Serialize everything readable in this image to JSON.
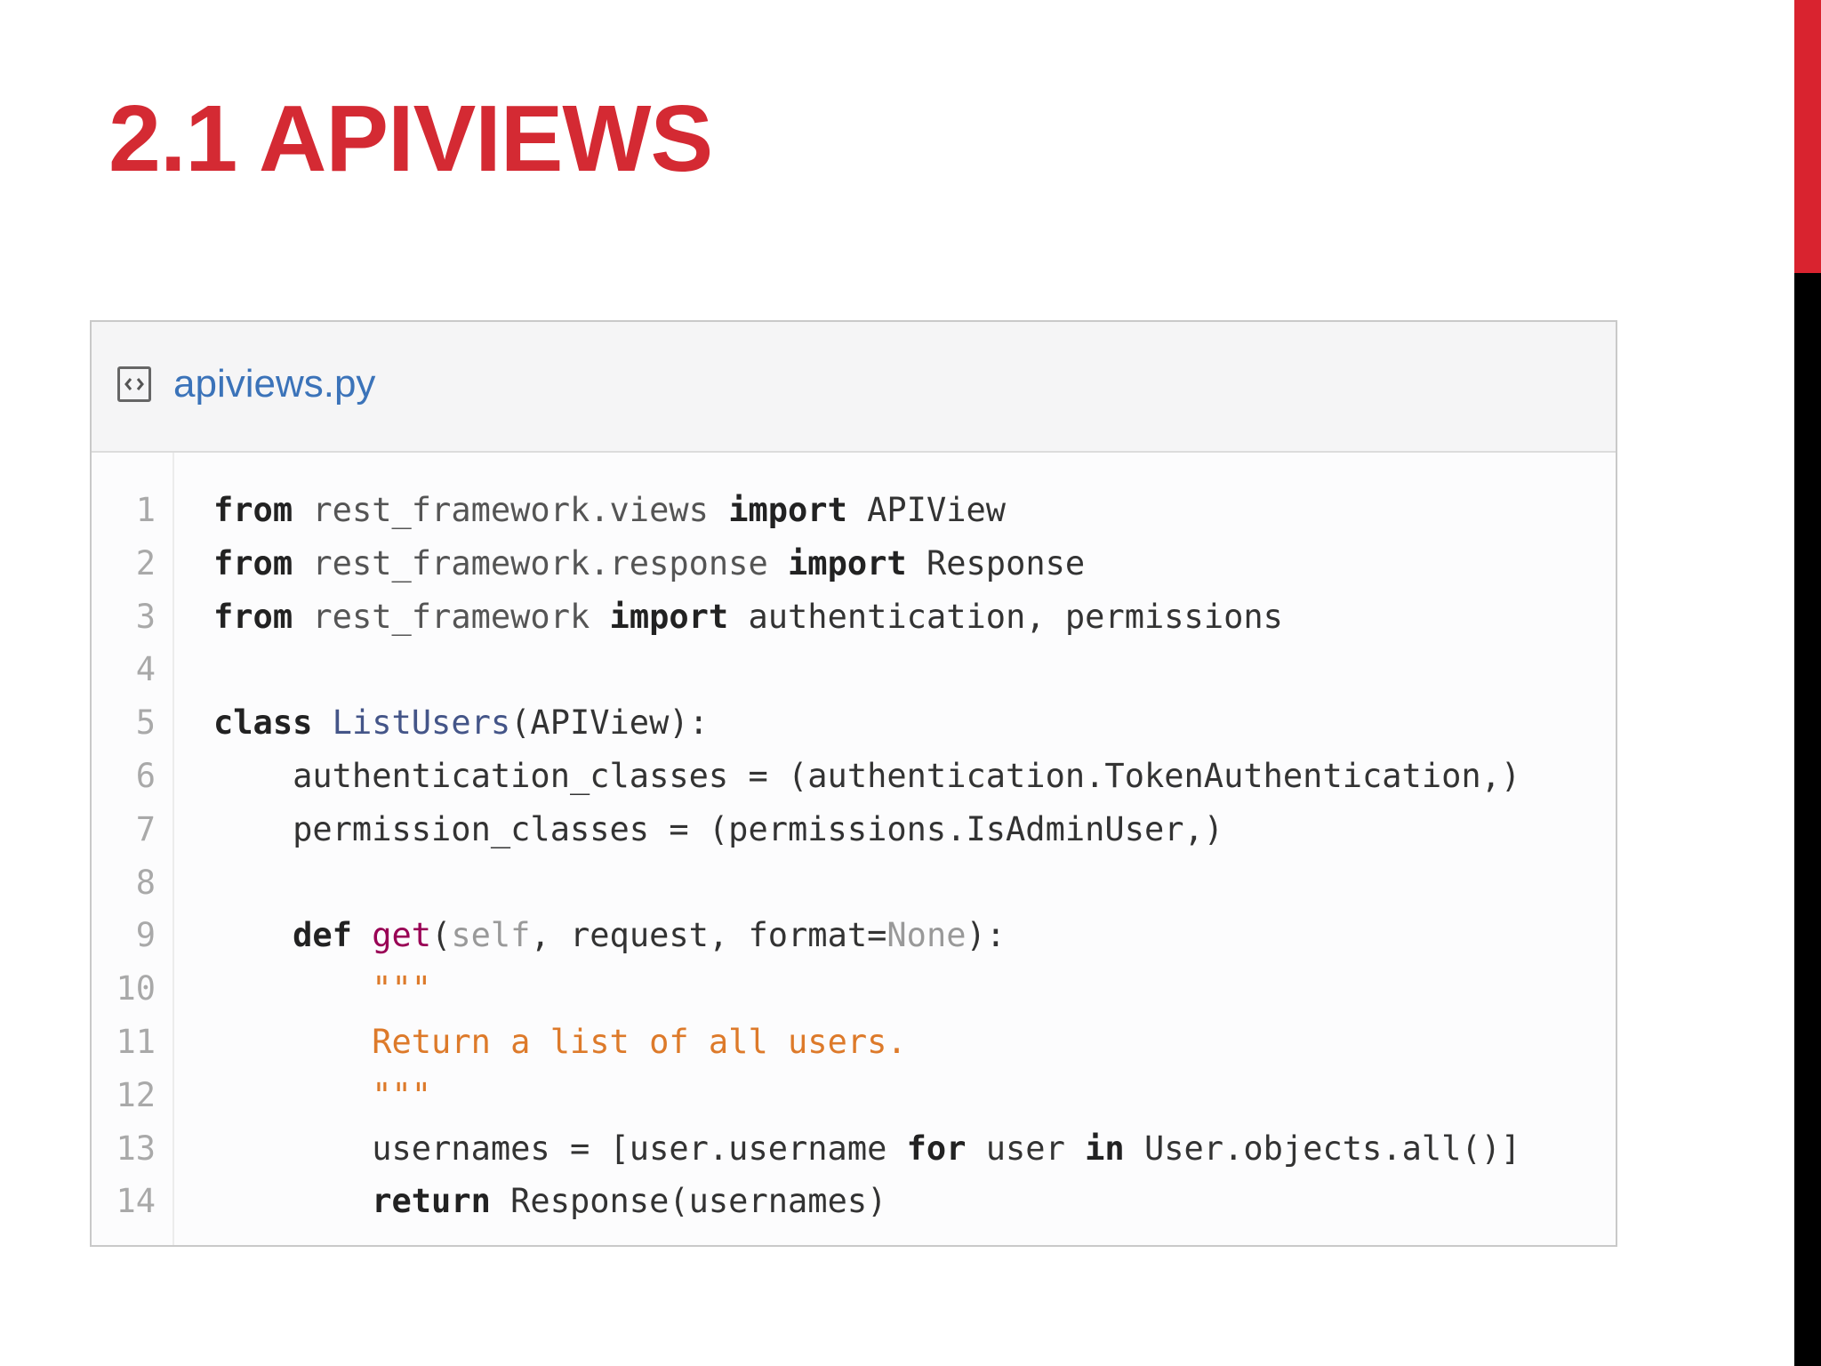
{
  "slide": {
    "title": "2.1 APIVIEWS"
  },
  "code_block": {
    "file_name": "apiviews.py",
    "file_icon": "code-file-icon",
    "lines": [
      {
        "number": "1",
        "tokens": [
          {
            "t": "from",
            "k": "kw"
          },
          {
            "t": " ",
            "k": "plain"
          },
          {
            "t": "rest_framework.views",
            "k": "mod"
          },
          {
            "t": " ",
            "k": "plain"
          },
          {
            "t": "import",
            "k": "kw"
          },
          {
            "t": " APIView",
            "k": "plain"
          }
        ]
      },
      {
        "number": "2",
        "tokens": [
          {
            "t": "from",
            "k": "kw"
          },
          {
            "t": " ",
            "k": "plain"
          },
          {
            "t": "rest_framework.response",
            "k": "mod"
          },
          {
            "t": " ",
            "k": "plain"
          },
          {
            "t": "import",
            "k": "kw"
          },
          {
            "t": " Response",
            "k": "plain"
          }
        ]
      },
      {
        "number": "3",
        "tokens": [
          {
            "t": "from",
            "k": "kw"
          },
          {
            "t": " ",
            "k": "plain"
          },
          {
            "t": "rest_framework",
            "k": "mod"
          },
          {
            "t": " ",
            "k": "plain"
          },
          {
            "t": "import",
            "k": "kw"
          },
          {
            "t": " authentication, permissions",
            "k": "plain"
          }
        ]
      },
      {
        "number": "4",
        "tokens": []
      },
      {
        "number": "5",
        "tokens": [
          {
            "t": "class",
            "k": "kw"
          },
          {
            "t": " ",
            "k": "plain"
          },
          {
            "t": "ListUsers",
            "k": "cls"
          },
          {
            "t": "(APIView):",
            "k": "plain"
          }
        ]
      },
      {
        "number": "6",
        "tokens": [
          {
            "t": "    authentication_classes = (authentication.TokenAuthentication,)",
            "k": "plain"
          }
        ]
      },
      {
        "number": "7",
        "tokens": [
          {
            "t": "    permission_classes = (permissions.IsAdminUser,)",
            "k": "plain"
          }
        ]
      },
      {
        "number": "8",
        "tokens": []
      },
      {
        "number": "9",
        "tokens": [
          {
            "t": "    ",
            "k": "plain"
          },
          {
            "t": "def",
            "k": "kw"
          },
          {
            "t": " ",
            "k": "plain"
          },
          {
            "t": "get",
            "k": "fn"
          },
          {
            "t": "(",
            "k": "plain"
          },
          {
            "t": "self",
            "k": "self"
          },
          {
            "t": ", request, format=",
            "k": "plain"
          },
          {
            "t": "None",
            "k": "none"
          },
          {
            "t": "):",
            "k": "plain"
          }
        ]
      },
      {
        "number": "10",
        "tokens": [
          {
            "t": "        ",
            "k": "plain"
          },
          {
            "t": "\"\"\"",
            "k": "str"
          }
        ]
      },
      {
        "number": "11",
        "tokens": [
          {
            "t": "        ",
            "k": "plain"
          },
          {
            "t": "Return a list of all users.",
            "k": "str"
          }
        ]
      },
      {
        "number": "12",
        "tokens": [
          {
            "t": "        ",
            "k": "plain"
          },
          {
            "t": "\"\"\"",
            "k": "str"
          }
        ]
      },
      {
        "number": "13",
        "tokens": [
          {
            "t": "        usernames = [user.username ",
            "k": "plain"
          },
          {
            "t": "for",
            "k": "kw"
          },
          {
            "t": " user ",
            "k": "plain"
          },
          {
            "t": "in",
            "k": "kw"
          },
          {
            "t": " User.objects.all()]",
            "k": "plain"
          }
        ]
      },
      {
        "number": "14",
        "tokens": [
          {
            "t": "        ",
            "k": "plain"
          },
          {
            "t": "return",
            "k": "kw"
          },
          {
            "t": " Response(usernames)",
            "k": "plain"
          }
        ]
      }
    ]
  }
}
